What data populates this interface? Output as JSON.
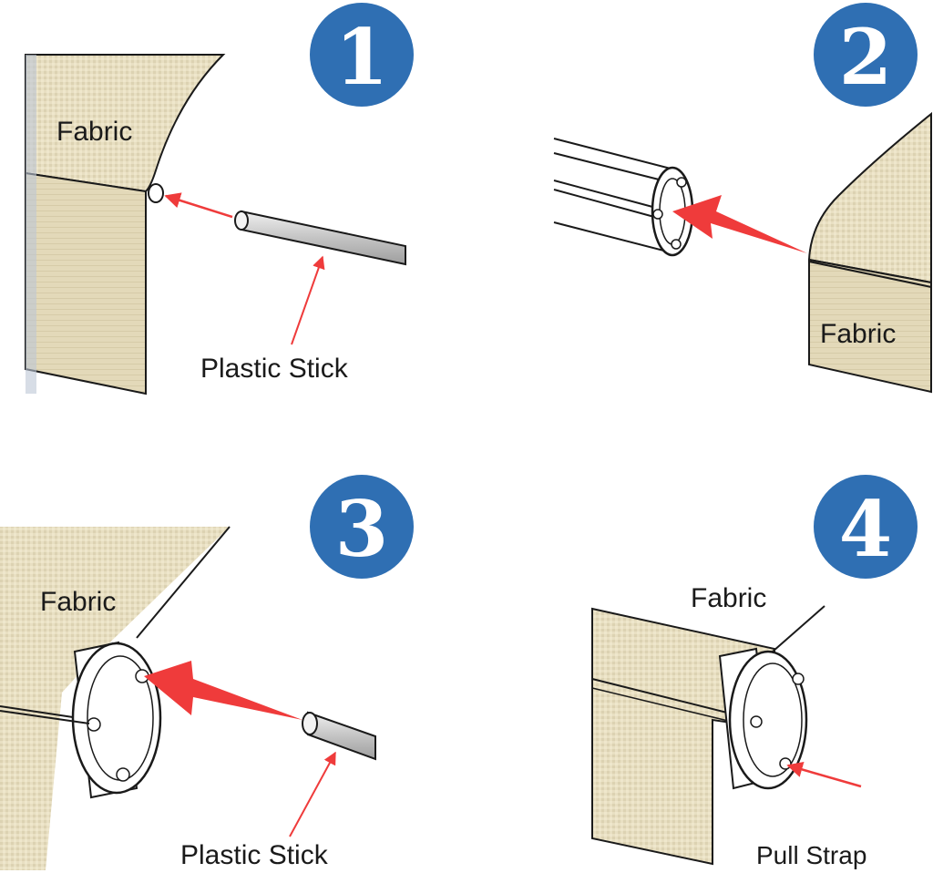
{
  "steps": [
    {
      "number": "1",
      "fabric_label": "Fabric",
      "part_label": "Plastic Stick"
    },
    {
      "number": "2",
      "fabric_label": "Fabric"
    },
    {
      "number": "3",
      "fabric_label": "Fabric",
      "part_label": "Plastic Stick"
    },
    {
      "number": "4",
      "fabric_label": "Fabric",
      "part_label": "Pull Strap"
    }
  ],
  "colors": {
    "fabric": "#e8dfc2",
    "fabric_shade": "#d9cfae",
    "badge": "#2f6fb3",
    "arrow": "#ef3b3b",
    "outline": "#1a1a1a",
    "stick": "#c9c9c9"
  }
}
